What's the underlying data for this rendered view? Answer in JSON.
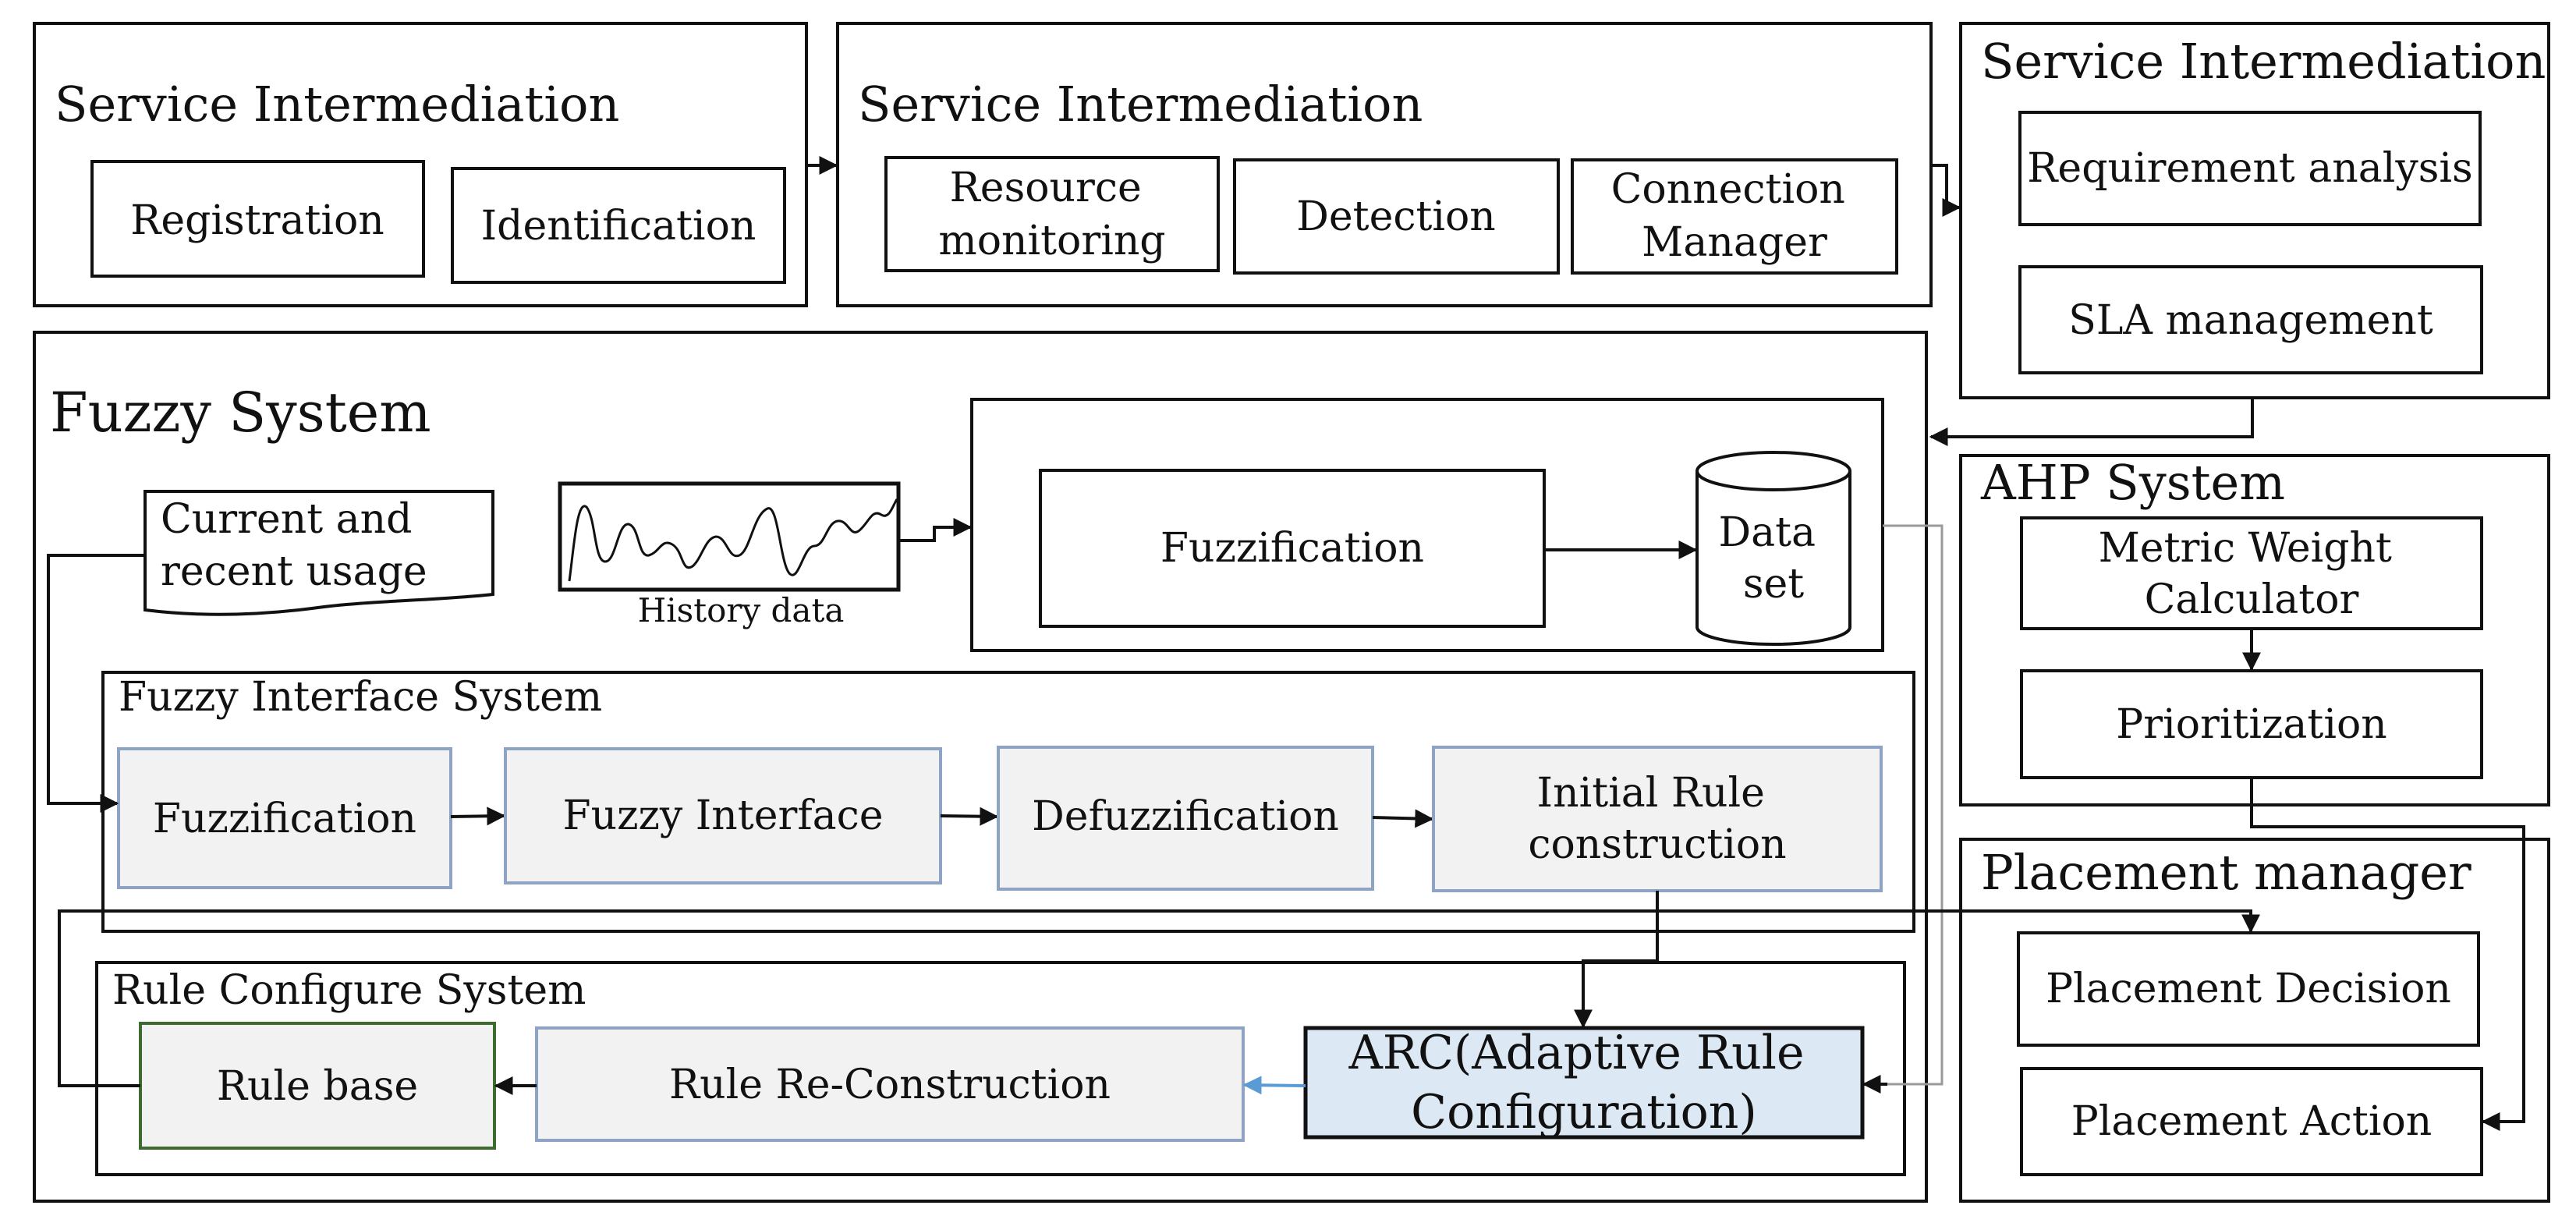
{
  "service_top_left": {
    "title": "Service Intermediation",
    "items": [
      "Registration",
      "Identification"
    ]
  },
  "service_top_middle": {
    "title": "Service Intermediation",
    "items": [
      [
        "Resource",
        "monitoring"
      ],
      [
        "Detection"
      ],
      [
        "Connection",
        "Manager"
      ]
    ]
  },
  "service_right": {
    "title": "Service Intermediation",
    "items": [
      "Requirement analysis",
      "SLA management"
    ]
  },
  "ahp_system": {
    "title": "AHP System",
    "items": [
      [
        "Metric Weight",
        "Calculator"
      ],
      [
        "Prioritization"
      ]
    ]
  },
  "placement_manager": {
    "title": "Placement manager",
    "items": [
      "Placement Decision",
      "Placement Action"
    ]
  },
  "fuzzy_system": {
    "title": "Fuzzy System",
    "current_usage": [
      "Current and",
      "recent usage"
    ],
    "history_label": "History data",
    "fuzzification": "Fuzzification",
    "data_set": [
      "Data",
      "set"
    ]
  },
  "fuzzy_interface_system": {
    "title": "Fuzzy Interface System",
    "items": [
      [
        "Fuzzification"
      ],
      [
        "Fuzzy Interface"
      ],
      [
        "Defuzzification"
      ],
      [
        "Initial Rule",
        "construction"
      ]
    ]
  },
  "rule_configure_system": {
    "title": "Rule Configure System",
    "rule_base": "Rule base",
    "rule_reconstruction": "Rule Re-Construction",
    "arc": [
      "ARC(Adaptive Rule",
      "Configuration)"
    ]
  },
  "colors": {
    "line": "#111111",
    "box_gray_fill": "#f2f2f2",
    "box_gray_border": "#8fa4c4",
    "rule_base_border": "#3e6b2f",
    "arc_fill": "#dde8f5",
    "arc_arrow": "#5b9bd5"
  }
}
